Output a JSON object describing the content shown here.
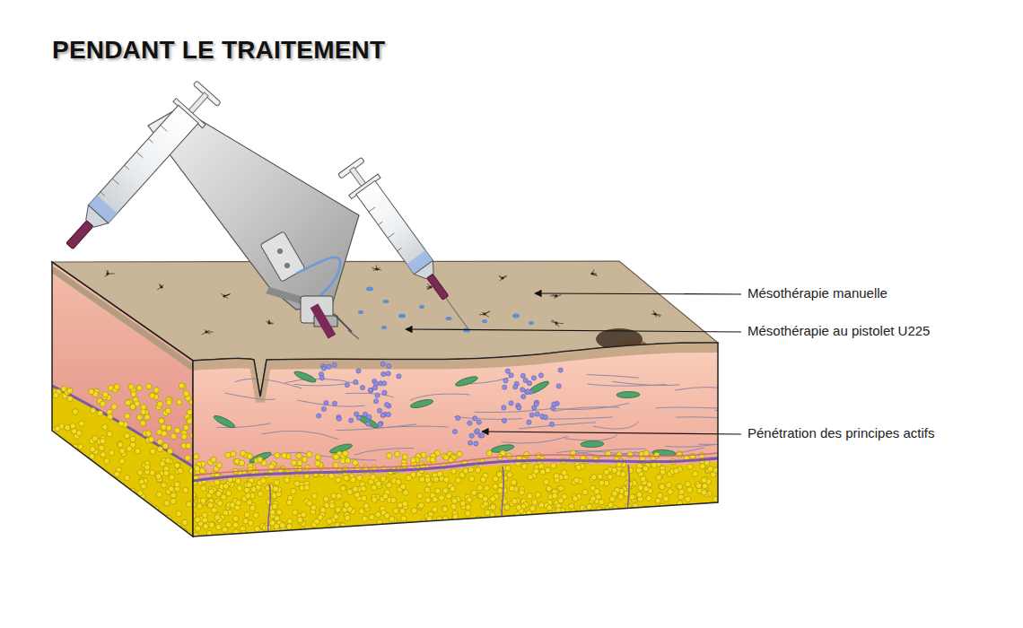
{
  "diagram": {
    "title": "PENDANT LE TRAITEMENT",
    "labels": [
      "Mésothérapie manuelle",
      "Mésothérapie au pistolet U225",
      "Pénétration des principes actifs"
    ]
  }
}
